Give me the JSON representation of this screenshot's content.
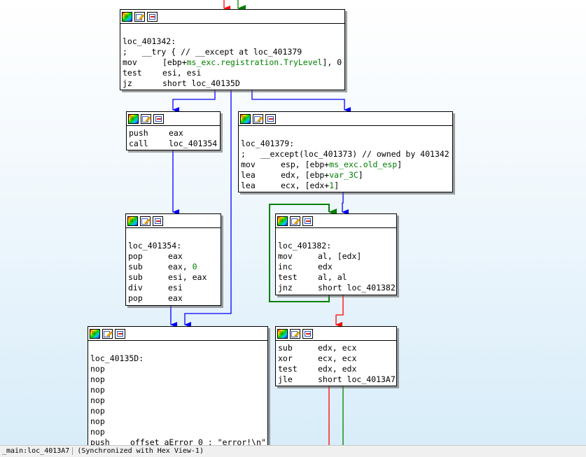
{
  "colors": {
    "edge_true": "#0000ff",
    "edge_false": "#ff0000",
    "edge_loop": "#008000",
    "green_text": "#008000"
  },
  "icons": [
    "graph-overview-icon",
    "edit-node-icon",
    "xrefs-icon"
  ],
  "nodes": [
    {
      "id": "loc_401342",
      "lines": [
        {
          "t": "loc_401342:"
        },
        {
          "t": ";   __try { // __except at loc_401379"
        },
        {
          "m": "mov",
          "o": "[ebp+",
          "g": "ms_exc.registration.TryLevel",
          "r": "], 0"
        },
        {
          "m": "test",
          "o": "esi, esi"
        },
        {
          "m": "jz",
          "o": "short loc_40135D"
        }
      ]
    },
    {
      "id": "push_eax",
      "lines": [
        {
          "m": "push",
          "o": "eax"
        },
        {
          "m": "call",
          "o": "loc_401354"
        }
      ]
    },
    {
      "id": "loc_401379",
      "lines": [
        {
          "t": "loc_401379:"
        },
        {
          "t": ";   __except(loc_401373) // owned by 401342"
        },
        {
          "m": "mov",
          "o": "esp, [ebp+",
          "g": "ms_exc.old_esp",
          "r": "]"
        },
        {
          "m": "lea",
          "o": "edx, [ebp+",
          "g": "var_3C",
          "r": "]"
        },
        {
          "m": "lea",
          "o": "ecx, [edx+",
          "g": "1",
          "r": "]"
        }
      ]
    },
    {
      "id": "loc_401354",
      "lines": [
        {
          "t": "loc_401354:"
        },
        {
          "m": "pop",
          "o": "eax"
        },
        {
          "m": "sub",
          "o": "eax, ",
          "g": "0",
          "r": ""
        },
        {
          "m": "sub",
          "o": "esi, eax"
        },
        {
          "m": "div",
          "o": "esi"
        },
        {
          "m": "pop",
          "o": "eax"
        }
      ]
    },
    {
      "id": "loc_401382",
      "lines": [
        {
          "t": "loc_401382:"
        },
        {
          "m": "mov",
          "o": "al, [edx]"
        },
        {
          "m": "inc",
          "o": "edx"
        },
        {
          "m": "test",
          "o": "al, al"
        },
        {
          "m": "jnz",
          "o": "short loc_401382"
        }
      ]
    },
    {
      "id": "loc_40135D",
      "lines": [
        {
          "t": "loc_40135D:"
        },
        {
          "m": "nop",
          "o": ""
        },
        {
          "m": "nop",
          "o": ""
        },
        {
          "m": "nop",
          "o": ""
        },
        {
          "m": "nop",
          "o": ""
        },
        {
          "m": "nop",
          "o": ""
        },
        {
          "m": "nop",
          "o": ""
        },
        {
          "m": "nop",
          "o": ""
        },
        {
          "m": "push",
          "o": "offset aError_0 ; \"error!\\n\""
        }
      ]
    },
    {
      "id": "sub_edx",
      "lines": [
        {
          "m": "sub",
          "o": "edx, ecx"
        },
        {
          "m": "xor",
          "o": "ecx, ecx"
        },
        {
          "m": "test",
          "o": "edx, edx"
        },
        {
          "m": "jle",
          "o": "short loc_4013A7"
        }
      ]
    }
  ],
  "statusbar": {
    "location": "_main:loc_4013A7",
    "sync": "(Synchronized with Hex View-1)"
  }
}
